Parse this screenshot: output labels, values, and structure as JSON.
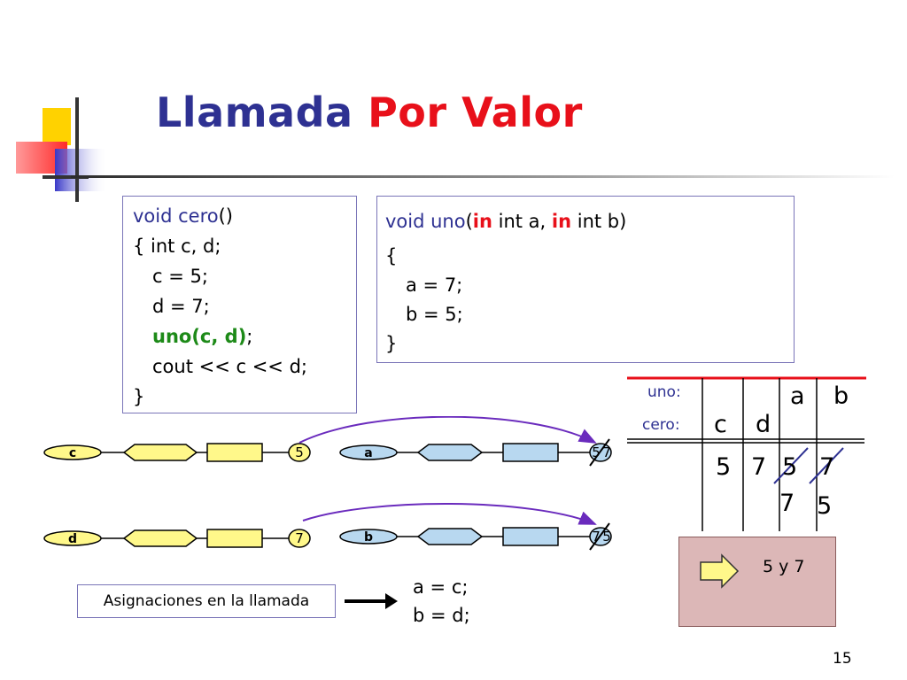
{
  "slide": {
    "title_part1": "Llamada",
    "title_part2": "Por Valor",
    "page_number": "15"
  },
  "cero_code": {
    "line1_kw": "void cero",
    "line1_rest": "()",
    "line2": "{ int c, d;",
    "line3": "c = 5;",
    "line4": "d = 7;",
    "line5_call": "uno(c, d)",
    "line5_end": ";",
    "line6": "cout << c << d;",
    "line7": "}"
  },
  "uno_code": {
    "sig_kw": "void uno",
    "sig_paren": "(",
    "in1": "in",
    "param1": " int a, ",
    "in2": "in",
    "param2": " int b)",
    "line2": "{",
    "line3": "a = 7;",
    "line4": "b = 5;",
    "line5": "}"
  },
  "variables": {
    "c_label": "c",
    "c_value": "5",
    "d_label": "d",
    "d_value": "7",
    "a_label": "a",
    "a_old": "5",
    "a_new": "7",
    "b_label": "b",
    "b_old": "7",
    "b_new": "5"
  },
  "table": {
    "row_uno": "uno:",
    "row_cero": "cero:",
    "col_c": "c",
    "col_d": "d",
    "col_a": "a",
    "col_b": "b",
    "c_val": "5",
    "d_val": "7",
    "a_val_crossed": "5",
    "b_val_crossed": "7",
    "a_val_new": "7",
    "b_val_new": "5"
  },
  "result": {
    "text": "5 y 7"
  },
  "assignments": {
    "label": "Asignaciones en la llamada",
    "line1": "a = c;",
    "line2": "b = d;"
  },
  "colors": {
    "title_blue": "#2e3192",
    "title_red": "#e8101a",
    "green": "#1d8a18",
    "arrow_purple": "#6a2bbd",
    "shape_yellow": "#fff88a",
    "shape_blue": "#b8d8f0",
    "result_box": "#dcb7b7"
  }
}
